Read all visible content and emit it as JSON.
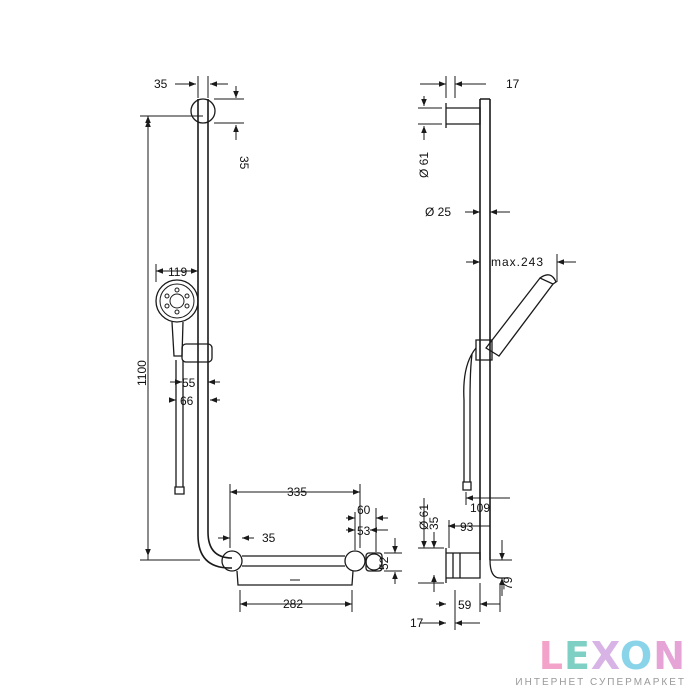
{
  "front_view": {
    "dims": {
      "bracket_width": "35",
      "bracket_height": "35",
      "height_total": "1100",
      "shower_head": "119",
      "holder_55": "55",
      "holder_66": "66",
      "shelf_length": "335",
      "shelf_offset": "35",
      "shelf_width": "282",
      "holder_60": "60",
      "holder_53": "53",
      "holder_52": "52"
    }
  },
  "side_view": {
    "dims": {
      "top_offset": "17",
      "bracket_diameter": "Ø 61",
      "rail_diameter": "Ø 25",
      "max_projection": "max.243",
      "bottom_diameter": "Ø 61",
      "bottom_35": "35",
      "projection_109": "109",
      "projection_93": "93",
      "bottom_79": "79",
      "bottom_59": "59",
      "bottom_17": "17"
    }
  },
  "logo": {
    "brand_letters": [
      "L",
      "E",
      "X",
      "O",
      "N"
    ],
    "brand_colors": [
      "#f3a3c9",
      "#7ed0c4",
      "#d8b4e6",
      "#8ad4ea",
      "#e6a3d6"
    ],
    "tagline": "ИНТЕРНЕТ СУПЕРМАРКЕТ"
  }
}
